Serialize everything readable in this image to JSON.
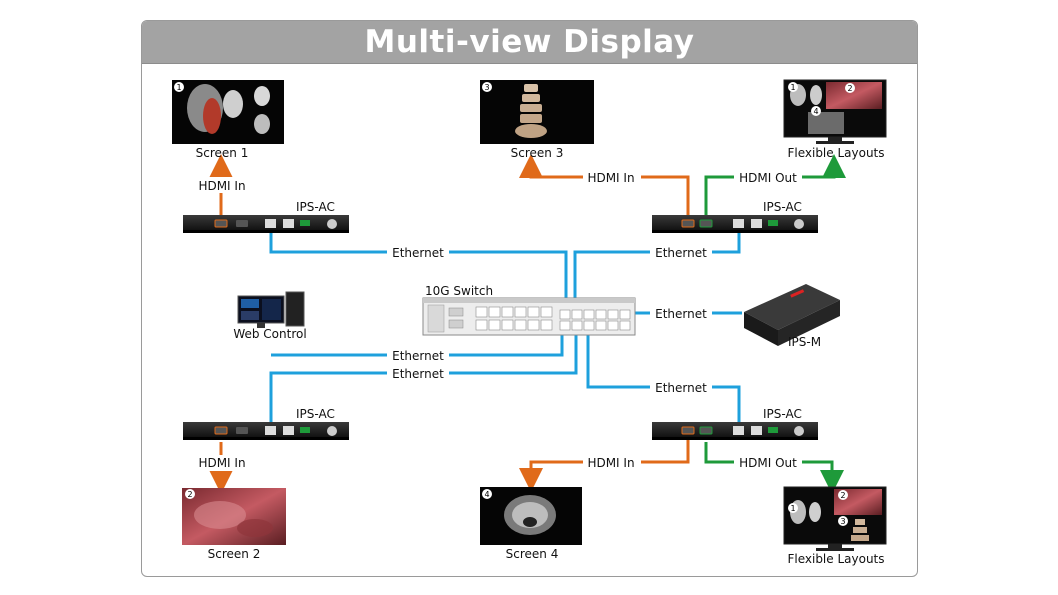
{
  "title": "Multi-view Display",
  "screens": {
    "screen1": {
      "label": "Screen 1",
      "badge": "1"
    },
    "screen2": {
      "label": "Screen 2",
      "badge": "2"
    },
    "screen3": {
      "label": "Screen 3",
      "badge": "3"
    },
    "screen4": {
      "label": "Screen 4",
      "badge": "4"
    },
    "flex_top": {
      "label": "Flexible Layouts",
      "badges": [
        "1",
        "2",
        "4"
      ]
    },
    "flex_bottom": {
      "label": "Flexible Layouts",
      "badges": [
        "1",
        "2",
        "3"
      ]
    }
  },
  "devices": {
    "ips_ac_top_left": "IPS-AC",
    "ips_ac_top_right": "IPS-AC",
    "ips_ac_bottom_left": "IPS-AC",
    "ips_ac_bottom_right": "IPS-AC",
    "ips_m": "IPS-M",
    "switch": "10G Switch",
    "web_control": "Web Control"
  },
  "links": {
    "hdmi_in_1": "HDMI In",
    "hdmi_in_2": "HDMI In",
    "hdmi_in_3": "HDMI In",
    "hdmi_in_4": "HDMI In",
    "hdmi_out_top": "HDMI Out",
    "hdmi_out_bottom": "HDMI Out",
    "eth_top_left": "Ethernet",
    "eth_top_right": "Ethernet",
    "eth_ips_m": "Ethernet",
    "eth_web": "Ethernet",
    "eth_bottom_left": "Ethernet",
    "eth_bottom_right": "Ethernet"
  },
  "colors": {
    "hdmi_in": "#e06a1a",
    "hdmi_out": "#1e9a3a",
    "ethernet": "#1ea0dc",
    "banner": "#a3a3a3"
  }
}
